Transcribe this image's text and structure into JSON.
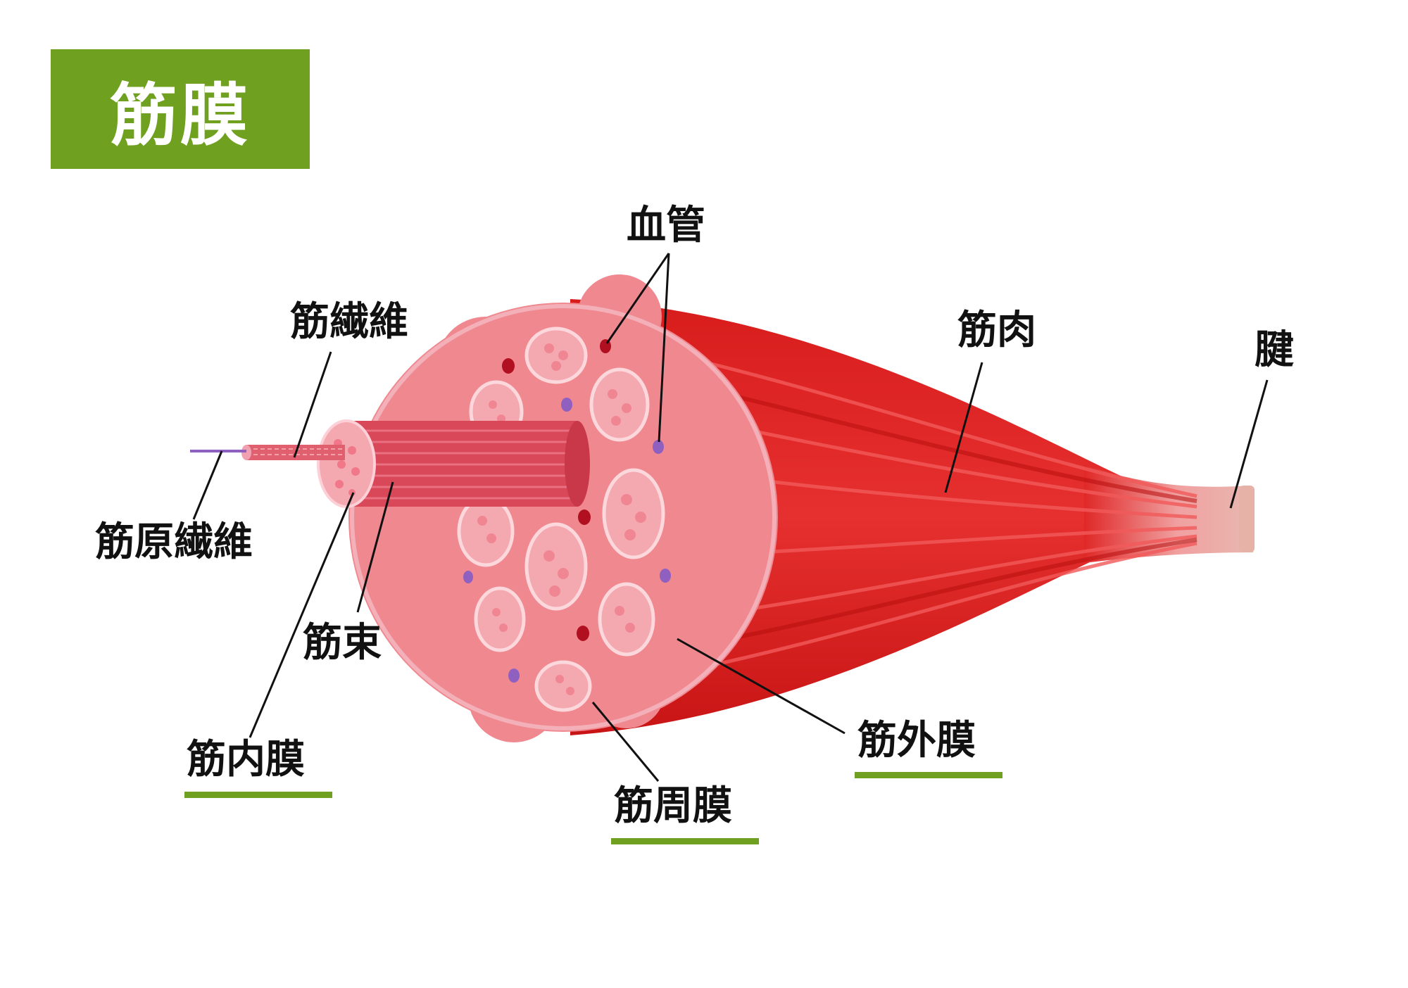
{
  "title": "筋膜",
  "labels": {
    "blood_vessel": "血管",
    "muscle_fiber": "筋繊維",
    "muscle": "筋肉",
    "tendon": "腱",
    "myofibril": "筋原繊維",
    "fascicle": "筋束",
    "endomysium": "筋内膜",
    "epimysium": "筋外膜",
    "perimysium": "筋周膜"
  },
  "colors": {
    "title_bg": "#70a020",
    "title_text": "#ffffff",
    "accent_underline": "#70a020",
    "muscle_red": "#e02828",
    "muscle_dark": "#c81818",
    "tendon": "#e8b0a8",
    "cross_section": "#f08890",
    "fiber_pink": "#f4a8b0",
    "blood_dark": "#b01020",
    "blood_purple": "#9060c0"
  }
}
